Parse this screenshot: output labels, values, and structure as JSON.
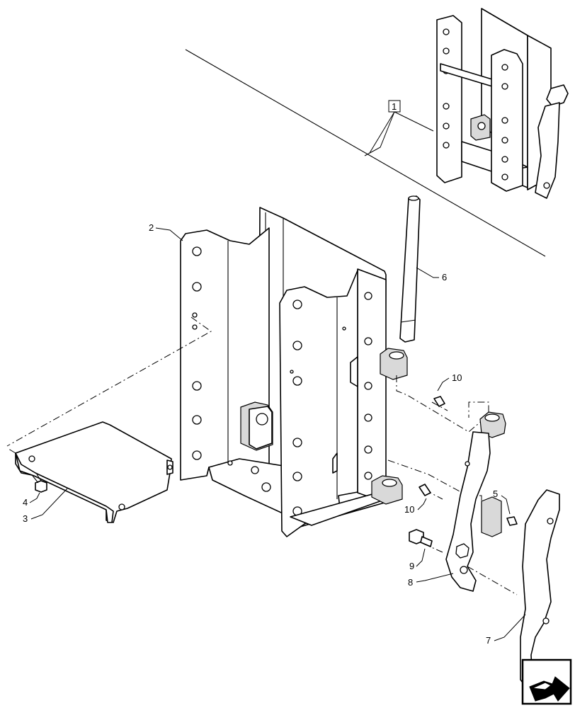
{
  "callouts": {
    "c1": "1",
    "c2": "2",
    "c3": "3",
    "c4": "4",
    "c5": "5",
    "c6": "6",
    "c7": "7",
    "c8": "8",
    "c9": "9",
    "c10a": "10",
    "c10b": "10"
  },
  "icons": {
    "nav": "next-page-arrow-icon"
  }
}
